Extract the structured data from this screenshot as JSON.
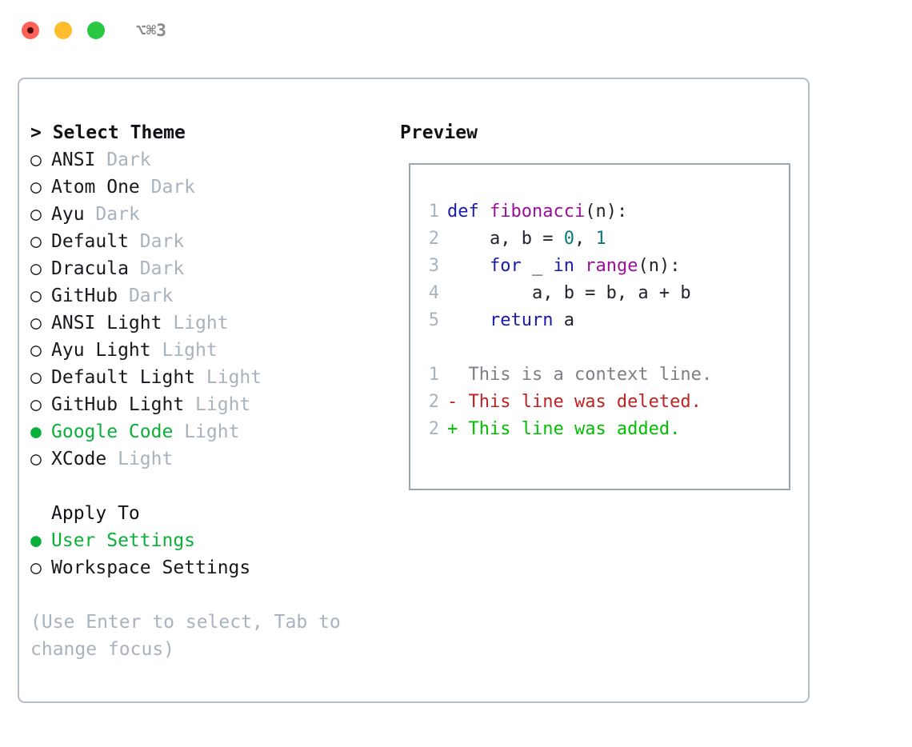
{
  "titlebar": {
    "shortcut": "⌥⌘3",
    "buttons": [
      {
        "name": "close",
        "color": "#ff6159"
      },
      {
        "name": "minimize",
        "color": "#ffbd2e"
      },
      {
        "name": "maximize",
        "color": "#28c840"
      }
    ]
  },
  "theme_picker": {
    "header": "> Select Theme",
    "marker_selected": "●",
    "marker_unselected": "○",
    "items": [
      {
        "marker": "○",
        "name": "ANSI",
        "kind": "Dark",
        "selected": false
      },
      {
        "marker": "○",
        "name": "Atom One",
        "kind": "Dark",
        "selected": false
      },
      {
        "marker": "○",
        "name": "Ayu",
        "kind": "Dark",
        "selected": false
      },
      {
        "marker": "○",
        "name": "Default",
        "kind": "Dark",
        "selected": false
      },
      {
        "marker": "○",
        "name": "Dracula",
        "kind": "Dark",
        "selected": false
      },
      {
        "marker": "○",
        "name": "GitHub",
        "kind": "Dark",
        "selected": false
      },
      {
        "marker": "○",
        "name": "ANSI Light",
        "kind": "Light",
        "selected": false
      },
      {
        "marker": "○",
        "name": "Ayu Light",
        "kind": "Light",
        "selected": false
      },
      {
        "marker": "○",
        "name": "Default Light",
        "kind": "Light",
        "selected": false
      },
      {
        "marker": "○",
        "name": "GitHub Light",
        "kind": "Light",
        "selected": false
      },
      {
        "marker": "●",
        "name": "Google Code",
        "kind": "Light",
        "selected": true
      },
      {
        "marker": "○",
        "name": "XCode",
        "kind": "Light",
        "selected": false
      }
    ]
  },
  "apply_to": {
    "header": "Apply To",
    "items": [
      {
        "marker": "●",
        "name": "User Settings",
        "selected": true
      },
      {
        "marker": "○",
        "name": "Workspace Settings",
        "selected": false
      }
    ]
  },
  "hint": "(Use Enter to select, Tab to\nchange focus)",
  "preview": {
    "title": "Preview",
    "code_lines": [
      {
        "n": "1",
        "tokens": [
          {
            "t": "def ",
            "c": "kw"
          },
          {
            "t": "fibonacci",
            "c": "fn"
          },
          {
            "t": "(n):",
            "c": "pl"
          }
        ]
      },
      {
        "n": "2",
        "tokens": [
          {
            "t": "    a, b = ",
            "c": "pl"
          },
          {
            "t": "0",
            "c": "num"
          },
          {
            "t": ", ",
            "c": "pl"
          },
          {
            "t": "1",
            "c": "num"
          }
        ]
      },
      {
        "n": "3",
        "tokens": [
          {
            "t": "    ",
            "c": "pl"
          },
          {
            "t": "for",
            "c": "kw"
          },
          {
            "t": " _ ",
            "c": "pl"
          },
          {
            "t": "in",
            "c": "kw"
          },
          {
            "t": " ",
            "c": "pl"
          },
          {
            "t": "range",
            "c": "fn"
          },
          {
            "t": "(n):",
            "c": "pl"
          }
        ]
      },
      {
        "n": "4",
        "tokens": [
          {
            "t": "        a, b = b, a + b",
            "c": "pl"
          }
        ]
      },
      {
        "n": "5",
        "tokens": [
          {
            "t": "    ",
            "c": "pl"
          },
          {
            "t": "return",
            "c": "kw"
          },
          {
            "t": " a",
            "c": "pl"
          }
        ]
      }
    ],
    "diff_lines": [
      {
        "n": "1",
        "sign": "  ",
        "text": "This is a context line.",
        "kind": "ctx"
      },
      {
        "n": "2",
        "sign": "- ",
        "text": "This line was deleted.",
        "kind": "del"
      },
      {
        "n": "2",
        "sign": "+ ",
        "text": "This line was added.",
        "kind": "add"
      }
    ]
  },
  "colors": {
    "accent_green": "#0bb03a",
    "muted": "#a9b2bf",
    "panel_border": "#b4bcc8",
    "preview_border": "#9aa5b3",
    "keyword": "#1a1ab0",
    "function": "#9b0f9b",
    "number": "#0c7a78",
    "plain": "#23232e",
    "diff_add": "#00c000",
    "diff_del": "#bf2222",
    "diff_ctx": "#7e7e86"
  }
}
